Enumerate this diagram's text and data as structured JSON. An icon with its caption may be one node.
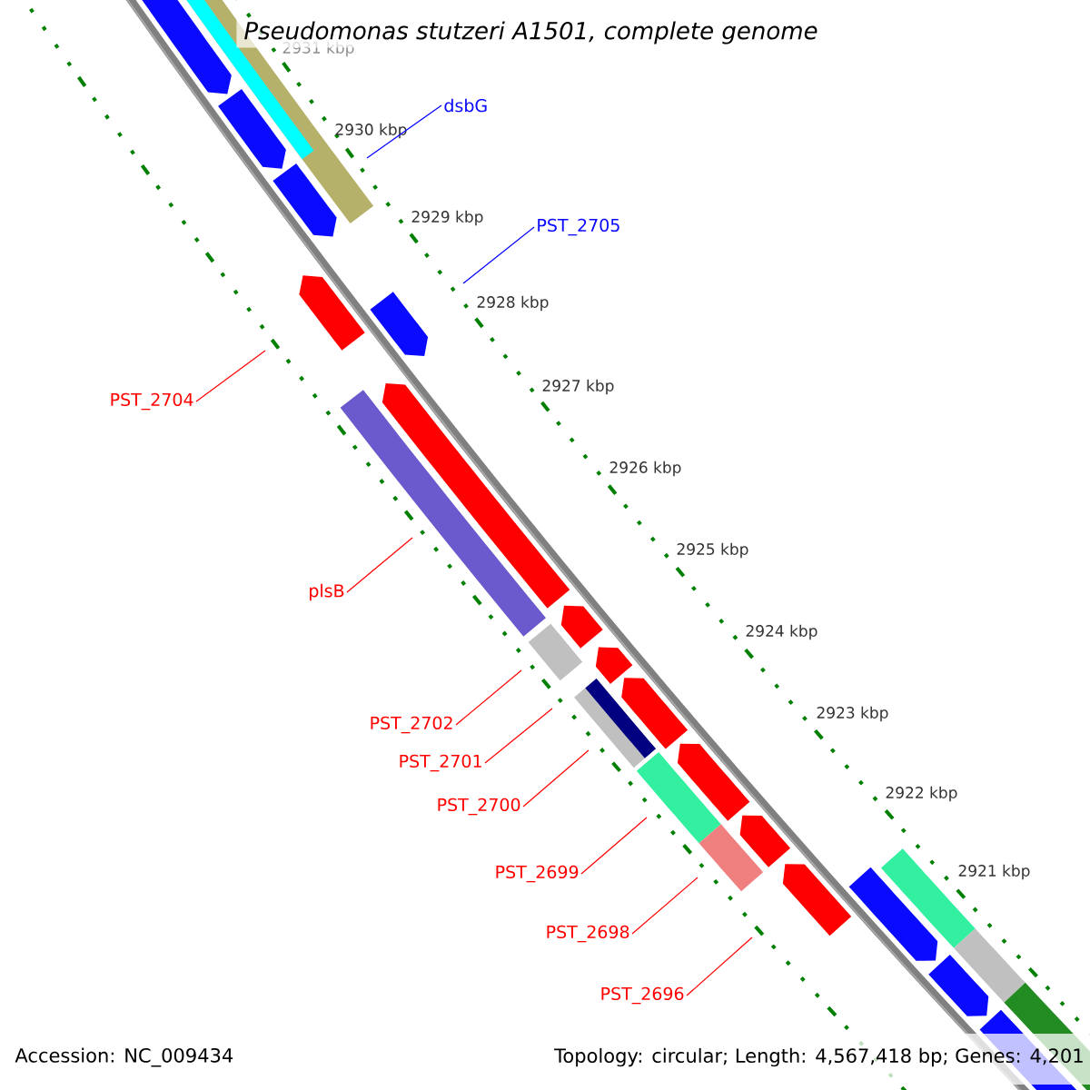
{
  "diagram": {
    "title": "Pseudomonas stutzeri A1501, complete genome",
    "nodes": [
      {
        "text": [
          "dsbG"
        ]
      },
      {
        "text": [
          "PST_2705"
        ]
      },
      {
        "text": [
          "PST_2704"
        ]
      },
      {
        "text": [
          "plsB"
        ]
      },
      {
        "text": [
          "PST_2702"
        ]
      },
      {
        "text": [
          "PST_2701"
        ]
      },
      {
        "text": [
          "PST_2700"
        ]
      },
      {
        "text": [
          "PST_2699"
        ]
      },
      {
        "text": [
          "PST_2698"
        ]
      },
      {
        "text": [
          "PST_2696"
        ]
      }
    ],
    "edges": [
      {
        "from": 0,
        "to": null,
        "arrow": "none",
        "color": "#0000ff"
      },
      {
        "from": 1,
        "to": null,
        "arrow": "none",
        "color": "#0000ff"
      },
      {
        "from": 2,
        "to": null,
        "arrow": "none"
      },
      {
        "from": 3,
        "to": null,
        "arrow": "none"
      },
      {
        "from": 4,
        "to": null,
        "arrow": "none"
      },
      {
        "from": 5,
        "to": null,
        "arrow": "none"
      },
      {
        "from": 6,
        "to": null,
        "arrow": "none"
      },
      {
        "from": 7,
        "to": null,
        "arrow": "none"
      },
      {
        "from": 8,
        "to": null,
        "arrow": "none"
      },
      {
        "from": 9,
        "to": null,
        "arrow": "none"
      }
    ],
    "labels": [
      "2931 kbp",
      "2930 kbp",
      "2929 kbp",
      "2928 kbp",
      "2927 kbp",
      "2926 kbp",
      "2925 kbp",
      "2924 kbp",
      "2923 kbp",
      "2922 kbp",
      "2921 kbp",
      "Accession: NC_009434",
      "Topology: circular; Length: 4,567,418 bp; Genes: 4,201"
    ]
  }
}
